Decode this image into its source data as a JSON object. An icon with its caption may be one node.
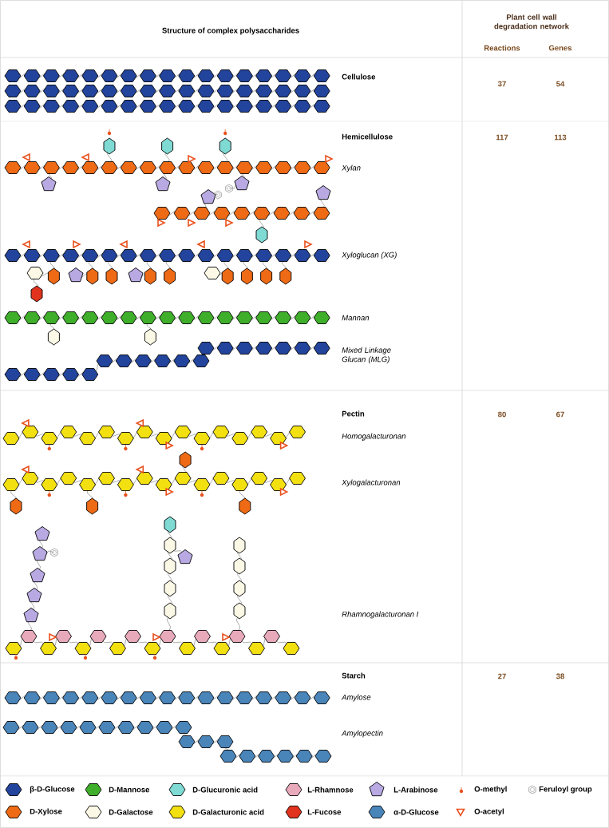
{
  "diagram": {
    "labels": [
      "Structure of complex polysaccharides",
      "Plant cell wall degradation network",
      "Reactions",
      "Genes",
      "Cellulose",
      "37",
      "54",
      "Hemicellulose",
      "117",
      "113",
      "Xylan",
      "Xyloglucan (XG)",
      "Mannan",
      "Mixed Linkage Glucan (MLG)",
      "Pectin",
      "80",
      "67",
      "Homogalacturonan",
      "Xylogalacturonan",
      "Rhamnogalacturonan I",
      "Starch",
      "27",
      "38",
      "Amylose",
      "Amylopectin"
    ],
    "legend": [
      {
        "text": "β-D-Glucose",
        "color": "#23449c"
      },
      {
        "text": "D-Mannose",
        "color": "#3fae2a"
      },
      {
        "text": "D-Glucuronic acid",
        "color": "#7fdad4"
      },
      {
        "text": "L-Rhamnose",
        "color": "#e8aabb"
      },
      {
        "text": "L-Arabinose",
        "color": "#b9a9e3"
      },
      {
        "text": "O-methyl"
      },
      {
        "text": "Feruloyl group"
      },
      {
        "text": "D-Xylose",
        "color": "#ef6a15"
      },
      {
        "text": "D-Galactose",
        "color": "#fbf8e6"
      },
      {
        "text": "D-Galacturonic acid",
        "color": "#f3e011"
      },
      {
        "text": "L-Fucose",
        "color": "#e0321d"
      },
      {
        "text": "α-D-Glucose",
        "color": "#4a85ba"
      },
      {
        "text": "O-acetyl"
      }
    ]
  }
}
